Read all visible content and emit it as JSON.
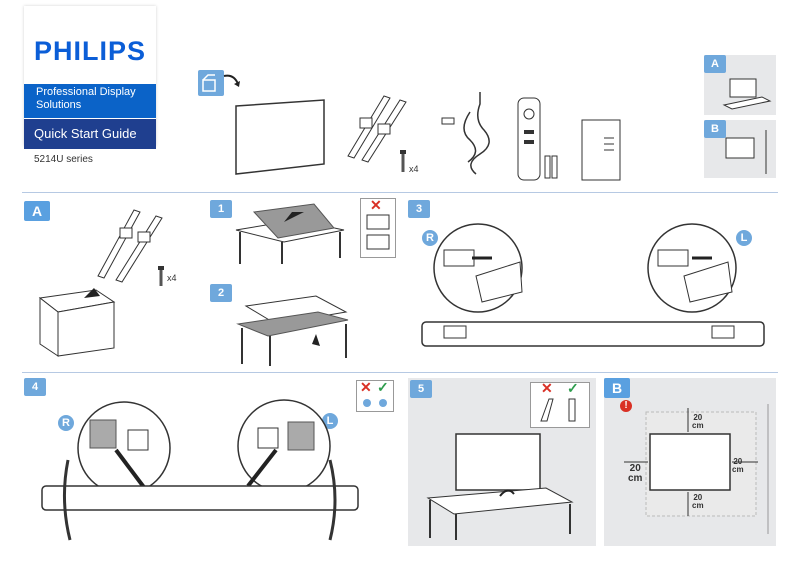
{
  "brand": {
    "logo": "PHILIPS",
    "subtitle_line1": "Professional Display",
    "subtitle_line2": "Solutions",
    "guide_title": "Quick Start Guide",
    "series": "5214U series"
  },
  "box_contents": {
    "screw_qty": "x4"
  },
  "options": {
    "a_label": "A",
    "b_label": "B"
  },
  "section_a": {
    "label": "A",
    "screw_qty": "x4"
  },
  "steps": {
    "s1": "1",
    "s2": "2",
    "s3": "3",
    "s4": "4",
    "s5": "5"
  },
  "step3": {
    "right_label": "R",
    "left_label": "L"
  },
  "step4": {
    "right_label": "R",
    "left_label": "L"
  },
  "section_b": {
    "label": "B",
    "warning": "!",
    "dim_top": "20",
    "dim_top_unit": "cm",
    "dim_left": "20",
    "dim_left_unit": "cm",
    "dim_right": "20",
    "dim_right_unit": "cm",
    "dim_bottom": "20",
    "dim_bottom_unit": "cm"
  },
  "colors": {
    "brand_blue": "#0b5ed7",
    "navy": "#1f3f8f",
    "badge_blue": "#6fa8dc",
    "panel_gray": "#e7e8ea",
    "warning_red": "#d93025",
    "ok_green": "#2e9d4d"
  }
}
